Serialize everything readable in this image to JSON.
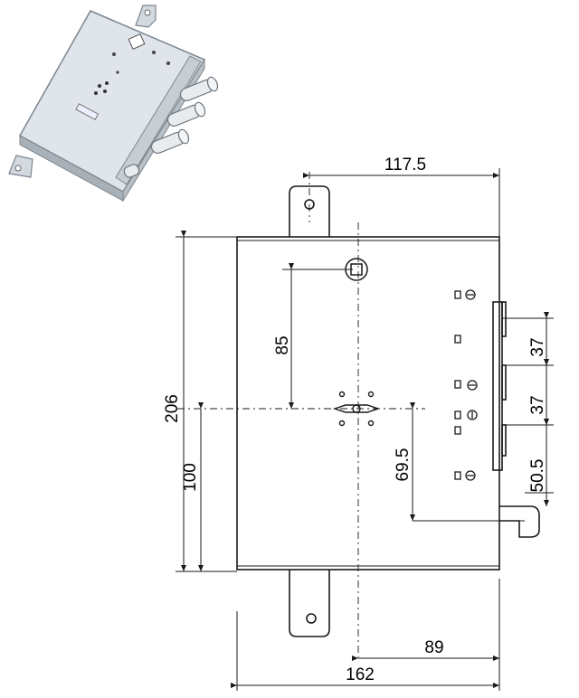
{
  "dimensions": {
    "backset_from_edge": "117.5",
    "spindle_to_cylinder": "85",
    "overall_height": "206",
    "cylinder_to_bottom": "100",
    "cylinder_to_bolt": "69.5",
    "bolt_spacing_1": "37",
    "bolt_spacing_2": "37",
    "lower_bolt_offset": "50.5",
    "cylinder_backset": "89",
    "overall_width": "162"
  },
  "colors": {
    "line": "#1a1a1a",
    "case_fill": "#ffffff",
    "photo_body": "#d8dee3",
    "photo_shadow": "#9aa3aa"
  },
  "icons": {
    "product_photo": "lock-photo-icon"
  }
}
